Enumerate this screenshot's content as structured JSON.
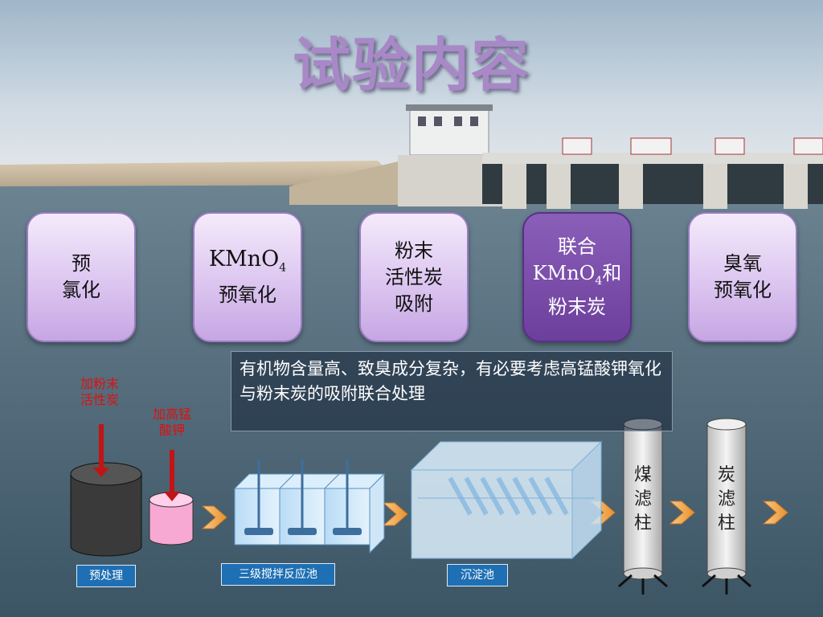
{
  "title": "试验内容",
  "cards": [
    {
      "line1": "预",
      "line2": "氯化"
    },
    {
      "formula": "KMnO",
      "sub": "4",
      "line2": "预氧化"
    },
    {
      "line1": "粉末",
      "line2": "活性炭",
      "line3": "吸附"
    },
    {
      "line1": "联合",
      "formula": "KMnO",
      "sub": "4",
      "suffix": "和",
      "line3": "粉末炭"
    },
    {
      "line1": "臭氧",
      "line2": "预氧化"
    }
  ],
  "note": "有机物含量高、致臭成分复杂，有必要考虑高锰酸钾氧化与粉末炭的吸附联合处理",
  "annotations": {
    "add_pac": [
      "加粉末",
      "活性炭"
    ],
    "add_kmno4": [
      "加高锰",
      "酸钾"
    ]
  },
  "labels": {
    "pretreat": "预处理",
    "mixing": "三级搅拌反应池",
    "settling": "沉淀池"
  },
  "filters": {
    "coal": [
      "煤",
      "滤",
      "柱"
    ],
    "carbon": [
      "炭",
      "滤",
      "柱"
    ]
  },
  "colors": {
    "title": "#a888c6",
    "card": "#dcc6f0",
    "card_active": "#6c3f9c",
    "arrow_orange": "#f0a040",
    "label_blue": "#1e6fb3",
    "annotation_red": "#dd1111"
  }
}
